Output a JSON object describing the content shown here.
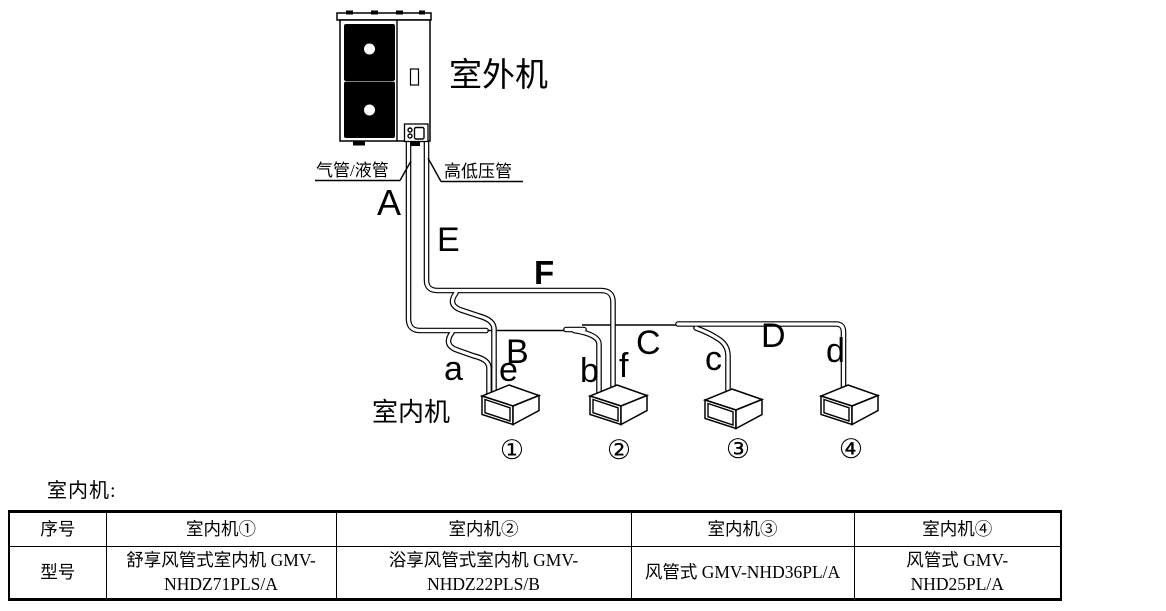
{
  "colors": {
    "line": "#000000",
    "background": "#ffffff"
  },
  "diagram": {
    "outdoor_unit": {
      "label": "室外机"
    },
    "pipe_callouts": {
      "gas_liquid_label": "气管/液管",
      "high_low_label": "高低压管"
    },
    "pipe_segments": {
      "A": "A",
      "B": "B",
      "C": "C",
      "D": "D",
      "E": "E",
      "F": "F",
      "a": "a",
      "b": "b",
      "c": "c",
      "d": "d",
      "e": "e",
      "f": "f"
    },
    "indoor_units_label": "室内机",
    "units": [
      {
        "number": "①"
      },
      {
        "number": "②"
      },
      {
        "number": "③"
      },
      {
        "number": "④"
      }
    ]
  },
  "table": {
    "caption": "室内机:",
    "header_row_label": "序号",
    "model_row_label": "型号",
    "columns": [
      "室内机①",
      "室内机②",
      "室内机③",
      "室内机④"
    ],
    "models": [
      "舒享风管式室内机 GMV-NHDZ71PLS/A",
      "浴享风管式室内机 GMV-NHDZ22PLS/B",
      "风管式 GMV-NHD36PL/A",
      "风管式 GMV-NHD25PL/A"
    ]
  }
}
